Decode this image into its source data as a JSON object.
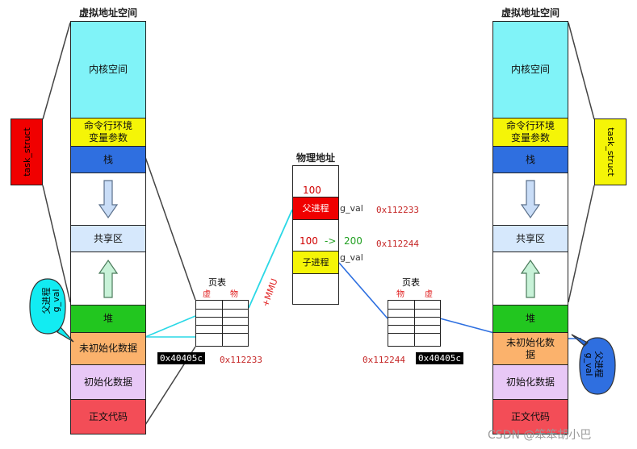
{
  "left": {
    "title": "虚拟地址空间",
    "segments": {
      "kernel": "内核空间",
      "args": "命令行环境\n变量参数",
      "stack": "栈",
      "shared": "共享区",
      "heap": "堆",
      "bss": "未初始化数据",
      "data": "初始化数据",
      "text": "正文代码"
    },
    "task_struct": "task_struct",
    "bubble": "父进程\ng_val"
  },
  "right": {
    "title": "虚拟地址空间",
    "segments": {
      "kernel": "内核空间",
      "args": "命令行环境\n变量参数",
      "stack": "栈",
      "shared": "共享区",
      "heap": "堆",
      "bss": "未初始化数\n据",
      "data": "初始化数据",
      "text": "正文代码"
    },
    "task_struct": "task_struct",
    "bubble": "父进程\ng_val"
  },
  "physical": {
    "title": "物理地址",
    "parent_val": "100",
    "parent_label": "父进程",
    "parent_gval": "g_val",
    "parent_addr": "0x112233",
    "child_old": "100",
    "child_arrow": "->",
    "child_new": "200",
    "child_addr": "0x112244",
    "child_label": "子进程",
    "child_gval": "g_val"
  },
  "page_table_left": {
    "title": "页表",
    "col1": "虚",
    "col2": "物",
    "virt_addr": "0x40405c",
    "phys_addr": "0x112233",
    "mmu": "+MMU"
  },
  "page_table_right": {
    "title": "页表",
    "col1": "物",
    "col2": "虚",
    "virt_addr": "0x40405c",
    "phys_addr": "0x112244"
  },
  "watermark": "CSDN @笨笨胡小巴",
  "colors": {
    "kernel": "#80f3f8",
    "args": "#f5f507",
    "stack": "#2f6fe0",
    "shared": "#d6e8fc",
    "heap": "#22c61f",
    "bss": "#fbb26c",
    "data": "#e8c8f6",
    "text": "#f34d57"
  }
}
